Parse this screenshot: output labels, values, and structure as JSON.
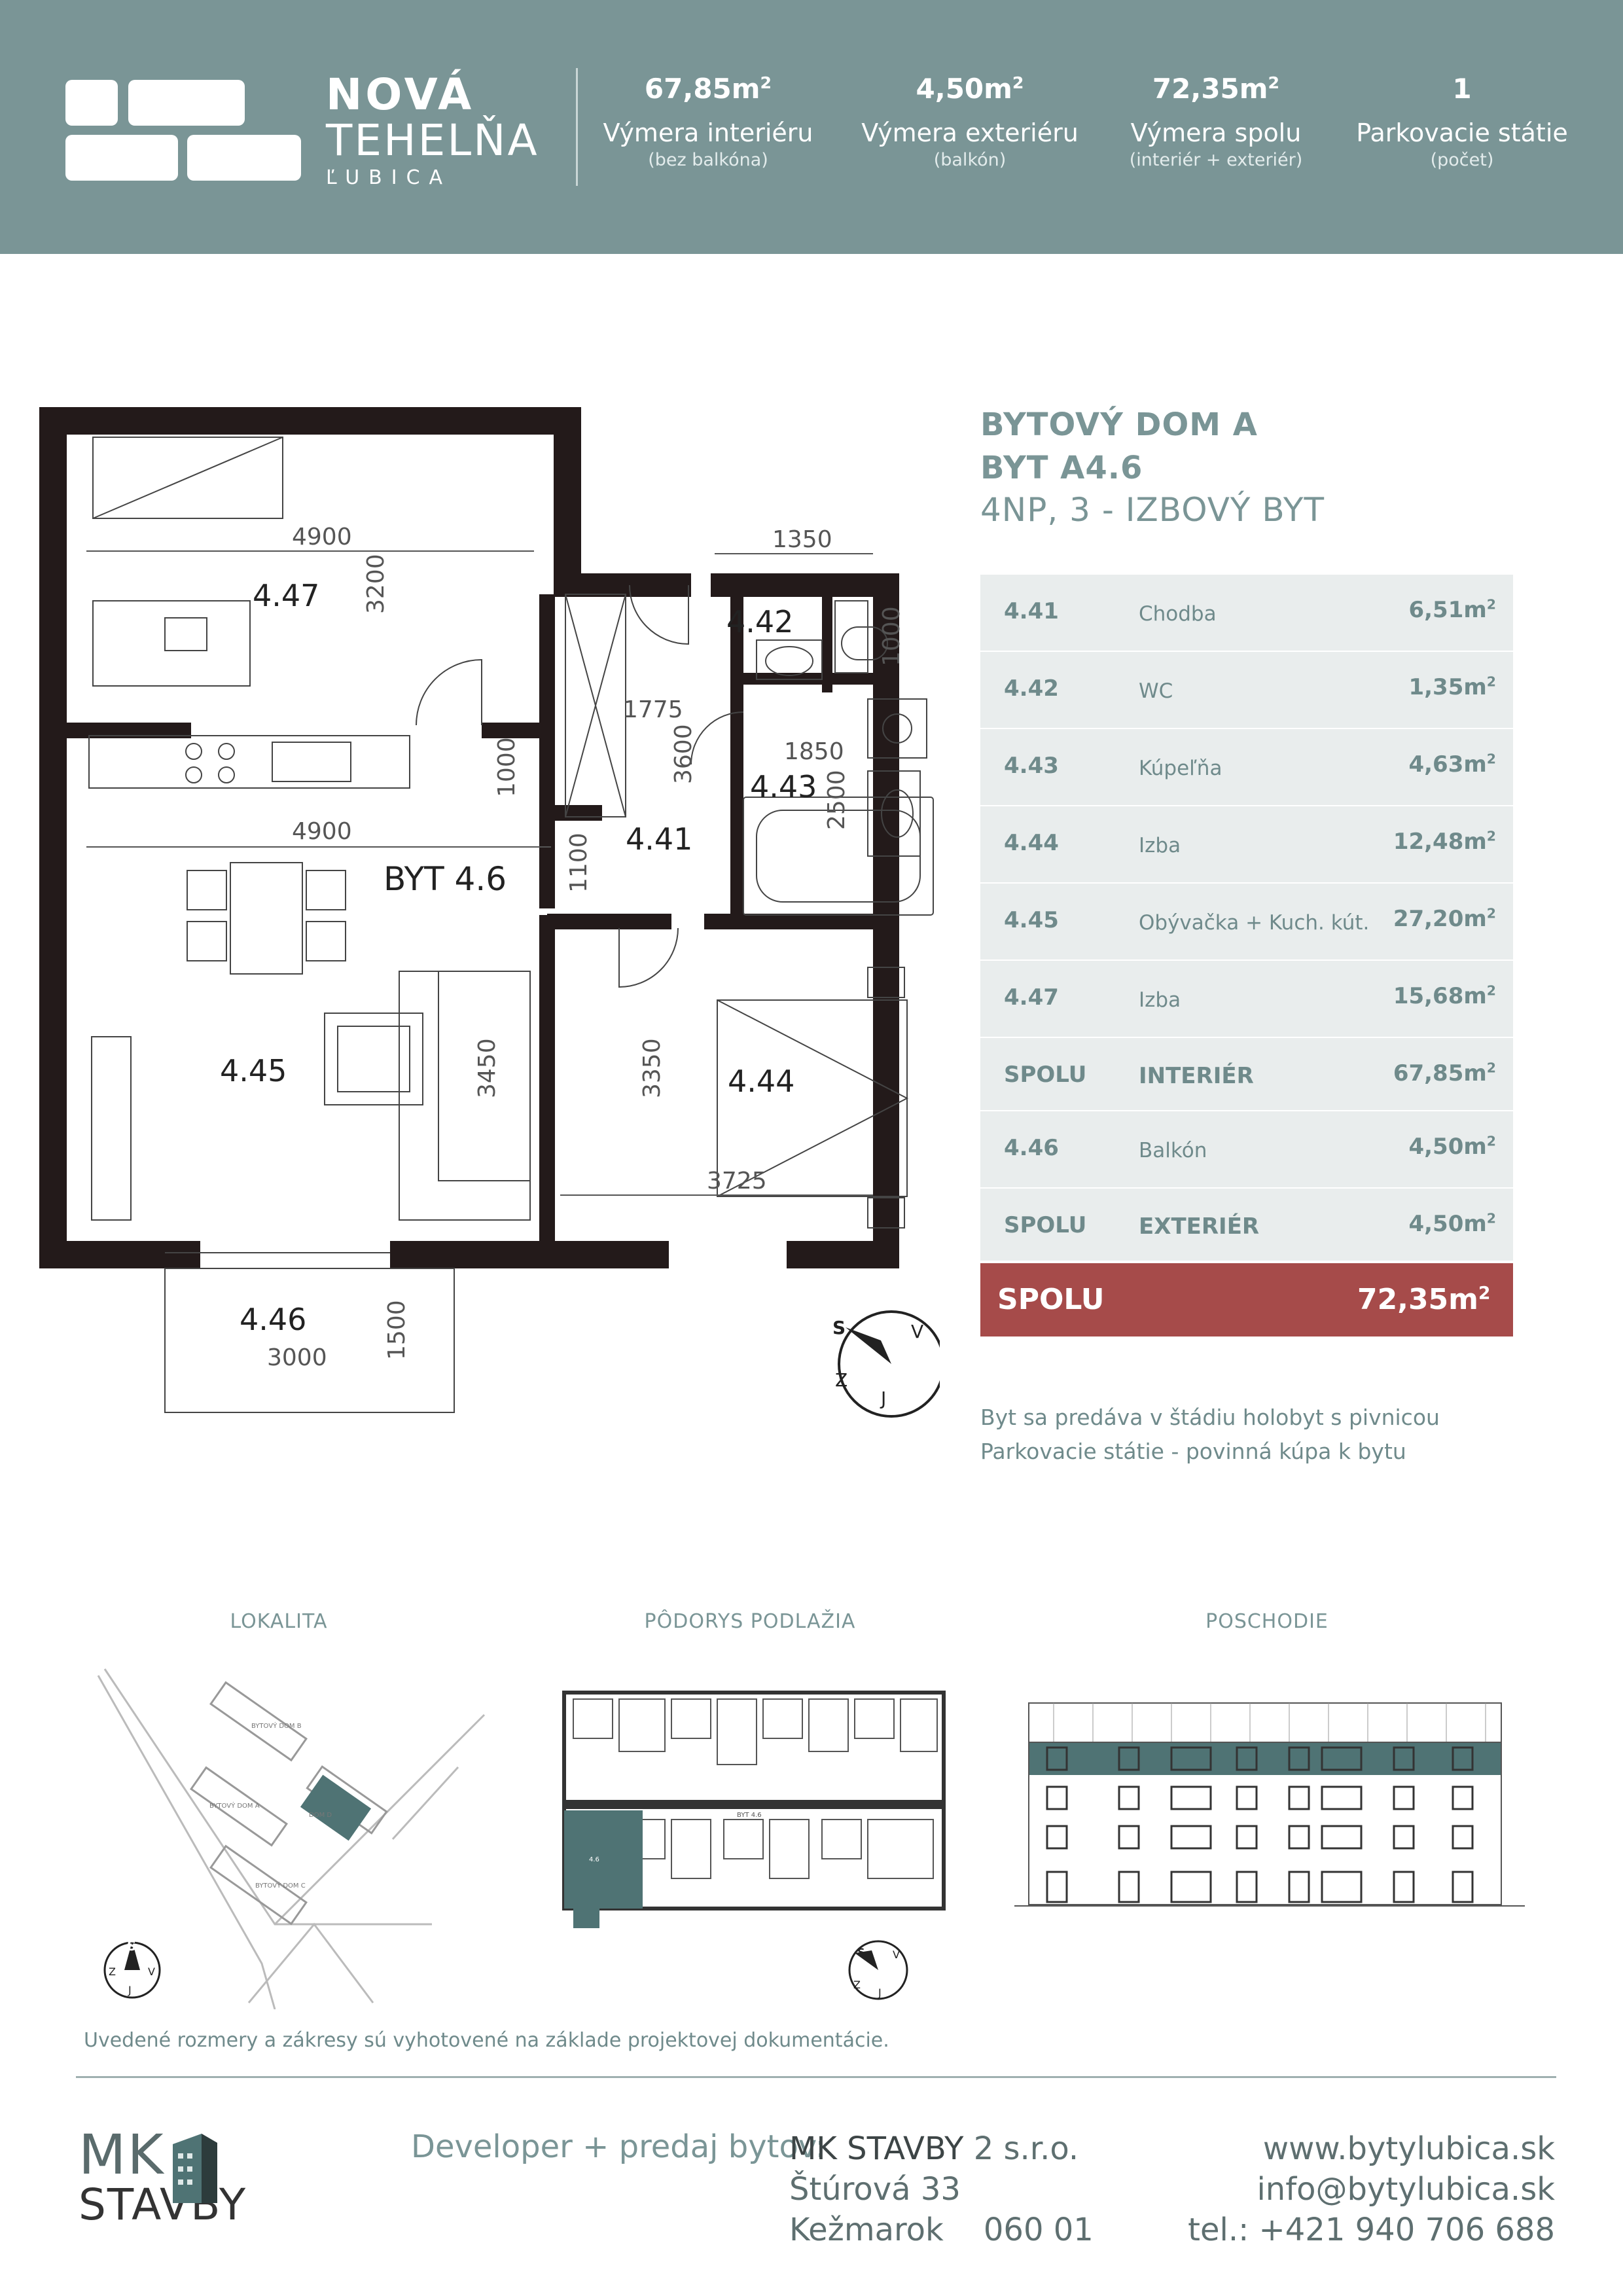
{
  "brand": {
    "line1": "NOVÁ",
    "line2": "TEHELŇA",
    "line3": "ĽUBICA"
  },
  "header_stats": [
    {
      "value": "67,85m",
      "label": "Výmera interiéru",
      "sub": "(bez balkóna)"
    },
    {
      "value": "4,50m",
      "label": "Výmera exteriéru",
      "sub": "(balkón)"
    },
    {
      "value": "72,35m",
      "label": "Výmera spolu",
      "sub": "(interiér + exteriér)"
    },
    {
      "value": "1",
      "label": "Parkovacie státie",
      "sub": "(počet)"
    }
  ],
  "unit_sup": "2",
  "title": {
    "building": "BYTOVÝ DOM A",
    "unit": "BYT A4.6",
    "floor": "4NP, 3 - IZBOVÝ BYT"
  },
  "rooms": [
    {
      "code": "4.41",
      "name": "Chodba",
      "area": "6,51m"
    },
    {
      "code": "4.42",
      "name": "WC",
      "area": "1,35m"
    },
    {
      "code": "4.43",
      "name": "Kúpeľňa",
      "area": "4,63m"
    },
    {
      "code": "4.44",
      "name": "Izba",
      "area": "12,48m"
    },
    {
      "code": "4.45",
      "name": "Obývačka + Kuch. kút.",
      "area": "27,20m"
    },
    {
      "code": "4.47",
      "name": "Izba",
      "area": "15,68m"
    }
  ],
  "sum_interior": {
    "code": "SPOLU",
    "name": "INTERIÉR",
    "area": "67,85m"
  },
  "balcony": {
    "code": "4.46",
    "name": "Balkón",
    "area": "4,50m"
  },
  "sum_exterior": {
    "code": "SPOLU",
    "name": "EXTERIÉR",
    "area": "4,50m"
  },
  "total": {
    "label": "SPOLU",
    "area": "72,35m"
  },
  "notes": [
    "Byt sa predáva v štádiu holobyt s pivnicou",
    "Parkovacie státie - povinná kúpa k bytu"
  ],
  "plan": {
    "unit_label": "BYT 4.6",
    "room_labels": [
      "4.47",
      "4.42",
      "4.43",
      "4.41",
      "4.45",
      "4.44",
      "4.46"
    ],
    "dims": [
      "4900",
      "3200",
      "1350",
      "1000",
      "1775",
      "3600",
      "1850",
      "2500",
      "1000",
      "4900",
      "1100",
      "3450",
      "3350",
      "3725",
      "1500",
      "3000"
    ],
    "compass": [
      "S",
      "V",
      "J",
      "Z"
    ]
  },
  "thumbs": {
    "t1": "LOKALITA",
    "t2": "PÔDORYS PODLAŽIA",
    "t3": "POSCHODIE"
  },
  "thumb_compass": [
    "S",
    "V",
    "J",
    "Z"
  ],
  "thumb_labels": [
    "BYTOVÝ DOM B",
    "BYTOVÝ DOM A",
    "BYTOVÝ DOM C",
    "DOM D",
    "4.6",
    "BYT 4.6"
  ],
  "disclaimer": "Uvedené rozmery a zákresy sú vyhotovené na základe projektovej dokumentácie.",
  "footer": {
    "dev_label": "Developer + predaj bytov:",
    "company_a": "MK",
    "company_b": "STAVBY",
    "company_c": "2 s.r.o.",
    "street": "Štúrová 33",
    "city": "Kežmarok",
    "zip": "060 01",
    "web": "www.bytylubica.sk",
    "email": "info@bytylubica.sk",
    "phone": "tel.: +421 940 706  688",
    "logo_1": "MK",
    "logo_2": "STAVBY"
  },
  "colors": {
    "header": "#7a9596",
    "table_row": "#e9eded",
    "total": "#a64b4a",
    "wall": "#231a1a",
    "highlight": "#4f7374"
  }
}
